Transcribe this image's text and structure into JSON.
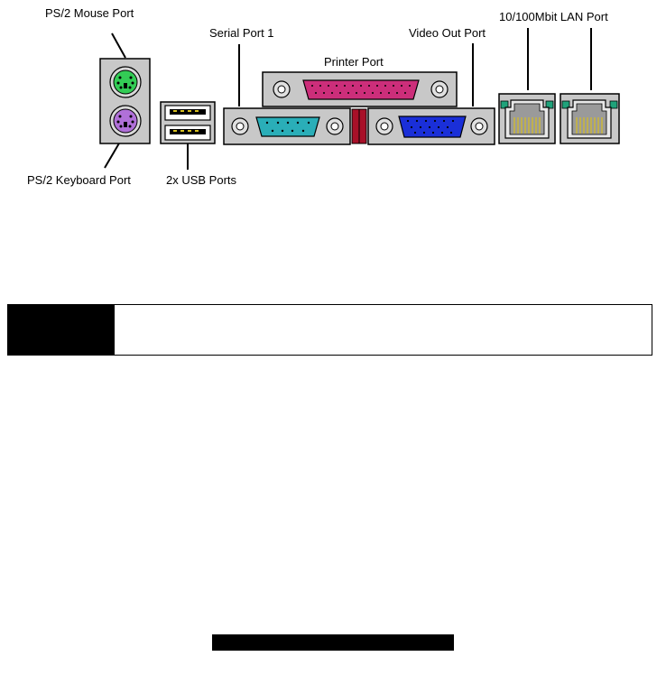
{
  "labels": {
    "ps2_mouse": "PS/2 Mouse Port",
    "ps2_keyboard": "PS/2 Keyboard Port",
    "usb": "2x USB Ports",
    "serial": "Serial Port 1",
    "printer": "Printer Port",
    "video": "Video Out Port",
    "lan": "10/100Mbit LAN Port"
  },
  "colors": {
    "ps2_mouse": "#33cc55",
    "ps2_keyboard": "#b070d8",
    "serial": "#2aaeb8",
    "printer": "#cc2e7a",
    "video": "#1a2fd8",
    "lan_led": "#1fa27a",
    "panel_gray": "#c8c8c8"
  }
}
